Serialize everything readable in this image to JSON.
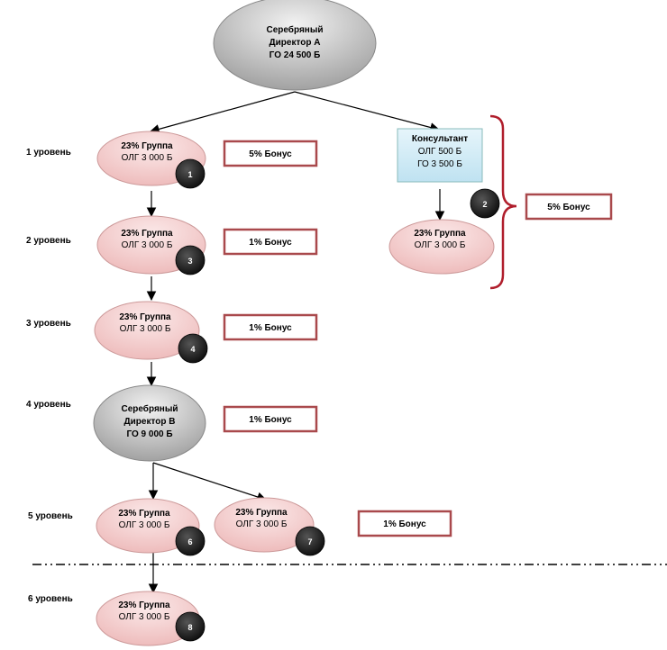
{
  "top_node": {
    "line1": "Серебряный",
    "line2": "Директор А",
    "line3": "ГО 24 500 Б"
  },
  "consultant": {
    "line1": "Консультант",
    "line2": "ОЛГ 500 Б",
    "line3": "ГО 3 500 Б"
  },
  "silver_b": {
    "line1": "Серебряный",
    "line2": "Директор В",
    "line3": "ГО 9 000 Б"
  },
  "group": {
    "line1": "23% Группа",
    "line2": "ОЛГ 3 000 Б"
  },
  "levels": [
    "1 уровень",
    "2 уровень",
    "3 уровень",
    "4 уровень",
    "5 уровень",
    "6 уровень"
  ],
  "bonuses": [
    "5% Бонус",
    "1% Бонус",
    "1% Бонус",
    "1% Бонус",
    "1% Бонус",
    "5% Бонус"
  ],
  "badges": [
    "1",
    "2",
    "3",
    "4",
    "6",
    "7",
    "8"
  ],
  "colors": {
    "pink_fill": "#f6d6d6",
    "gray_fill": "#cfcfcf",
    "consultant_fill": "#cfeaf6",
    "bonus_border": "#a9494c",
    "bracket": "#b01e2c",
    "badge": "#1a1a1a"
  }
}
